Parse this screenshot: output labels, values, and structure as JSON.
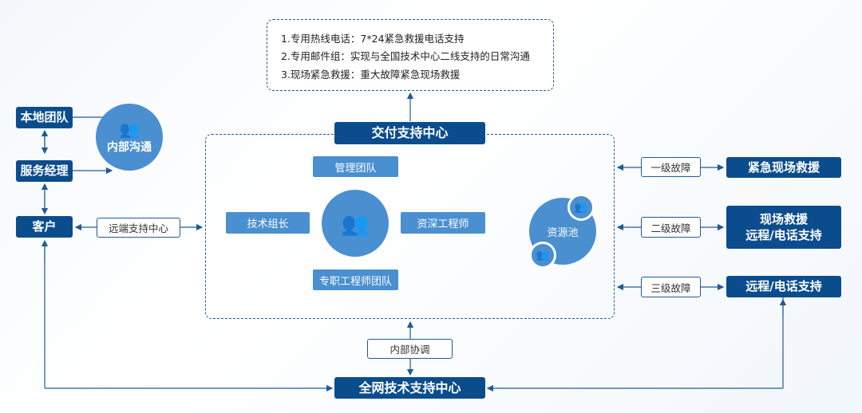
{
  "top_notes": [
    "1.专用热线电话：7*24紧急救援电话支持",
    "2.专用邮件组：实现与全国技术中心二线支持的日常沟通",
    "3.现场紧急救援：重大故障紧急现场救援"
  ],
  "delivery_center": "交付支持中心",
  "left": {
    "local_team": "本地团队",
    "service_manager": "服务经理",
    "customer": "客户",
    "internal_comm": "内部沟通",
    "remote_support": "远端支持中心"
  },
  "center": {
    "management": "管理团队",
    "tech_lead": "技术组长",
    "senior_engineer": "资深工程师",
    "dedicated_team": "专职工程师团队",
    "resource_pool": "资源池"
  },
  "faults": [
    {
      "level": "一级故障",
      "response": "紧急现场救援"
    },
    {
      "level": "二级故障",
      "response": "现场救援\n远程/电话支持",
      "response_lines": [
        "现场救援",
        "远程/电话支持"
      ]
    },
    {
      "level": "三级故障",
      "response": "远程/电话支持"
    }
  ],
  "bottom": {
    "internal_coord": "内部协调",
    "national_center": "全网技术支持中心"
  },
  "colors": {
    "dark": "#0b4d8c",
    "light": "#4a8fd0",
    "line": "#1f5b99"
  }
}
